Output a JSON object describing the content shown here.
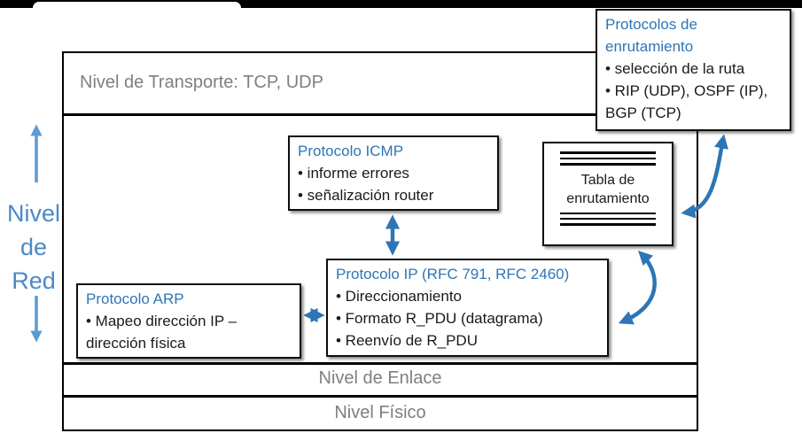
{
  "diagram": {
    "side_label": "Nivel de Red",
    "bands": {
      "transport": "Nivel de Transporte: TCP, UDP",
      "link": "Nivel de Enlace",
      "physical": "Nivel Físico"
    },
    "boxes": {
      "routing": {
        "title": "Protocolos de enrutamiento",
        "bullet1": "• selección de la ruta",
        "bullet2": "• RIP (UDP), OSPF (IP), BGP (TCP)"
      },
      "icmp": {
        "title": "Protocolo ICMP",
        "bullet1": "• informe errores",
        "bullet2": "• señalización router"
      },
      "table": {
        "label": "Tabla de enrutamiento"
      },
      "ip": {
        "title": "Protocolo IP (RFC 791, RFC 2460)",
        "bullet1": "• Direccionamiento",
        "bullet2": "• Formato R_PDU (datagrama)",
        "bullet3": "• Reenvío de R_PDU"
      },
      "arp": {
        "title": "Protocolo ARP",
        "bullet1": "• Mapeo dirección IP – dirección física"
      }
    }
  },
  "colors": {
    "title_blue": "#2E75B6",
    "arrow_blue": "#2E75B6",
    "side_blue": "#4A89C9",
    "gray_text": "#7F7F7F"
  }
}
